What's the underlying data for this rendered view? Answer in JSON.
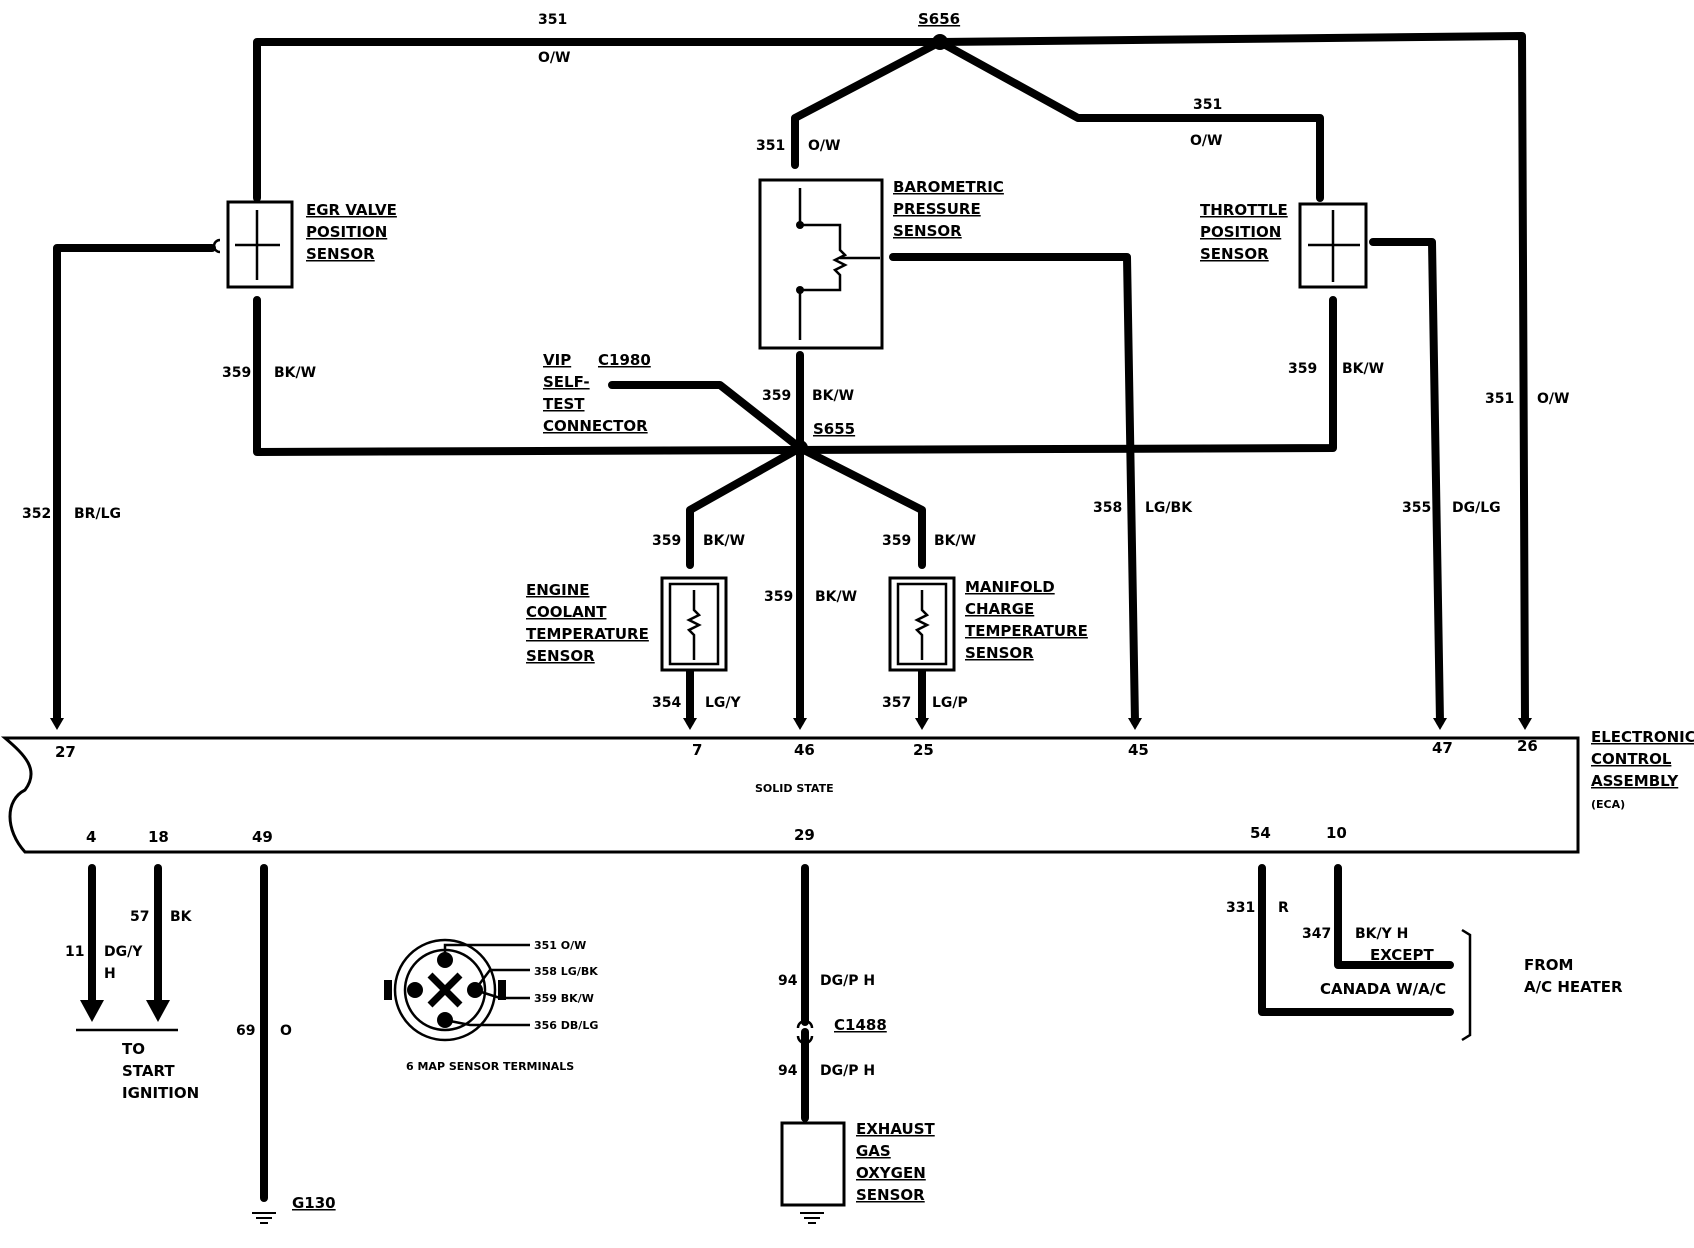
{
  "labels": {
    "egr": [
      "EGR VALVE",
      "POSITION",
      "SENSOR"
    ],
    "baro": [
      "BAROMETRIC",
      "PRESSURE",
      "SENSOR"
    ],
    "tps": [
      "THROTTLE",
      "POSITION",
      "SENSOR"
    ],
    "vip": [
      "VIP",
      "SELF-",
      "TEST",
      "CONNECTOR"
    ],
    "vip_conn": "C1980",
    "splice_top": "S656",
    "splice_mid": "S655",
    "ect": [
      "ENGINE",
      "COOLANT",
      "TEMPERATURE",
      "SENSOR"
    ],
    "mct": [
      "MANIFOLD",
      "CHARGE",
      "TEMPERATURE",
      "SENSOR"
    ],
    "eca": [
      "ELECTRONIC",
      "CONTROL",
      "ASSEMBLY",
      "(ECA)"
    ],
    "solid_state": "SOLID STATE",
    "start": [
      "TO",
      "START",
      "IGNITION"
    ],
    "ground": "G130",
    "map_title": "6 MAP SENSOR TERMINALS",
    "map_terms": [
      "351 O/W",
      "358 LG/BK",
      "359 BK/W",
      "356 DB/LG"
    ],
    "c1488": "C1488",
    "ego": [
      "EXHAUST",
      "GAS",
      "OXYGEN",
      "SENSOR"
    ],
    "except": [
      "EXCEPT",
      "CANADA W/A/C"
    ],
    "from_ac": [
      "FROM",
      "A/C HEATER"
    ]
  },
  "wires": {
    "w351_top": [
      "351",
      "O/W"
    ],
    "w351_baro": [
      "351",
      "O/W"
    ],
    "w351_tps": [
      "351",
      "O/W"
    ],
    "w351_right": [
      "351",
      "O/W"
    ],
    "w359_egr": [
      "359",
      "BK/W"
    ],
    "w359_baro": [
      "359",
      "BK/W"
    ],
    "w359_tps": [
      "359",
      "BK/W"
    ],
    "w359_ect": [
      "359",
      "BK/W"
    ],
    "w359_mct": [
      "359",
      "BK/W"
    ],
    "w359_46": [
      "359",
      "BK/W"
    ],
    "w352": [
      "352",
      "BR/LG"
    ],
    "w358": [
      "358",
      "LG/BK"
    ],
    "w355": [
      "355",
      "DG/LG"
    ],
    "w354": [
      "354",
      "LG/Y"
    ],
    "w357": [
      "357",
      "LG/P"
    ],
    "w11": [
      "11",
      "DG/Y",
      "H"
    ],
    "w57": [
      "57",
      "BK"
    ],
    "w69": [
      "69",
      "O"
    ],
    "w94a": [
      "94",
      "DG/P H"
    ],
    "w94b": [
      "94",
      "DG/P H"
    ],
    "w331": [
      "331",
      "R"
    ],
    "w347": [
      "347",
      "BK/Y H"
    ]
  },
  "pins": {
    "p27": "27",
    "p7": "7",
    "p46": "46",
    "p25": "25",
    "p45": "45",
    "p47": "47",
    "p26": "26",
    "p4": "4",
    "p18": "18",
    "p49": "49",
    "p29": "29",
    "p54": "54",
    "p10": "10"
  }
}
